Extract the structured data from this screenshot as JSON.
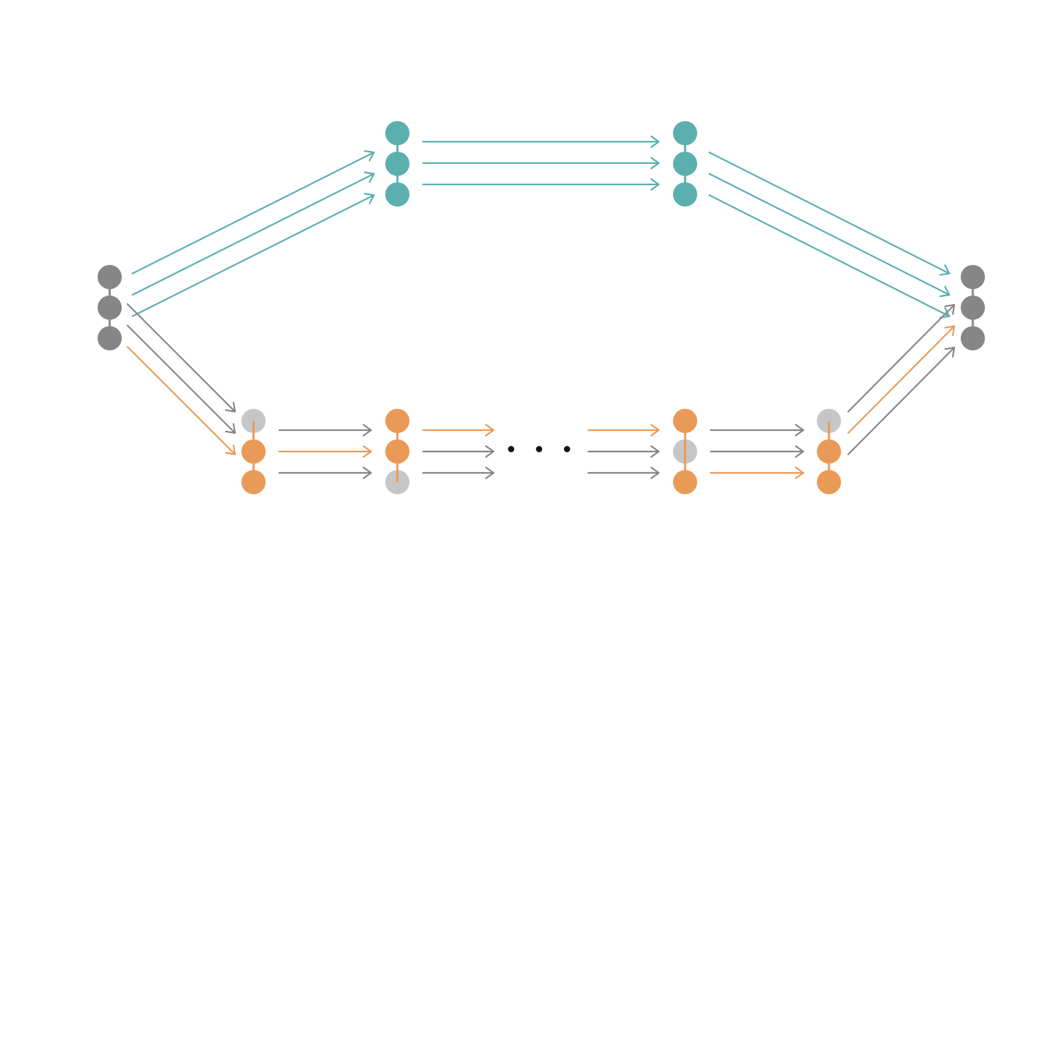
{
  "diagram": {
    "colors": {
      "teal": "#5bafaf",
      "orange": "#ea9a57",
      "dark_gray": "#868686",
      "light_gray": "#c6c6c6",
      "ellipsis": "#111111"
    },
    "nodes": {
      "source": [
        "dark_gray",
        "dark_gray",
        "dark_gray"
      ],
      "upper_1": [
        "teal",
        "teal",
        "teal"
      ],
      "upper_2": [
        "teal",
        "teal",
        "teal"
      ],
      "sink": [
        "dark_gray",
        "dark_gray",
        "dark_gray"
      ],
      "lower_1": [
        "light_gray",
        "orange",
        "orange"
      ],
      "lower_2": [
        "orange",
        "orange",
        "light_gray"
      ],
      "lower_3": [
        "orange",
        "light_gray",
        "orange"
      ],
      "lower_4": [
        "light_gray",
        "orange",
        "orange"
      ]
    },
    "edge_colors": {
      "source_to_upper_1": [
        "teal",
        "teal",
        "teal"
      ],
      "upper_1_to_upper_2": [
        "teal",
        "teal",
        "teal"
      ],
      "upper_2_to_sink": [
        "teal",
        "teal",
        "teal"
      ],
      "source_to_lower_1": [
        "dark_gray",
        "dark_gray",
        "orange"
      ],
      "lower_1_to_lower_2": [
        "dark_gray",
        "orange",
        "dark_gray"
      ],
      "lower_2_out": [
        "orange",
        "dark_gray",
        "dark_gray"
      ],
      "lower_3_in": [
        "orange",
        "dark_gray",
        "dark_gray"
      ],
      "lower_3_to_lower_4": [
        "dark_gray",
        "dark_gray",
        "orange"
      ],
      "lower_4_to_sink": [
        "dark_gray",
        "orange",
        "dark_gray"
      ]
    },
    "ellipsis": "• • •"
  }
}
